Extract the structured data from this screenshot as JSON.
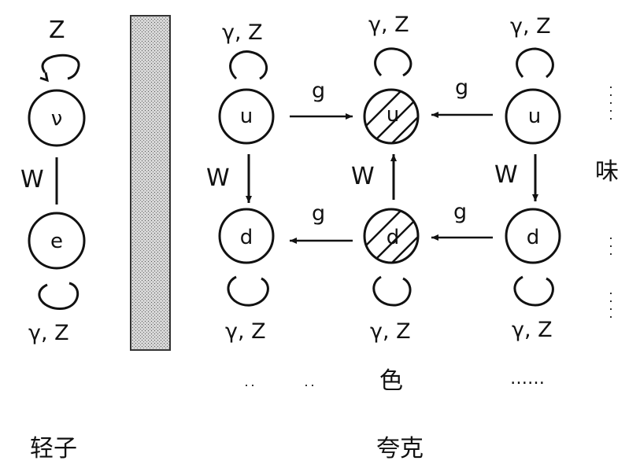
{
  "lepton": {
    "top_label": "Z",
    "bottom_label": "γ, Z",
    "top_node": "ν",
    "bottom_node": "e",
    "w_label": "W",
    "caption": "轻子"
  },
  "quarks": {
    "columns": [
      {
        "top_label": "γ, Z",
        "bottom_label": "γ, Z",
        "top_node": "u",
        "bottom_node": "d",
        "w_label": "W",
        "hatched": false
      },
      {
        "top_label": "γ, Z",
        "bottom_label": "γ, Z",
        "top_node": "u",
        "bottom_node": "d",
        "w_label": "W",
        "hatched": true
      },
      {
        "top_label": "γ, Z",
        "bottom_label": "γ, Z",
        "top_node": "u",
        "bottom_node": "d",
        "w_label": "W",
        "hatched": false
      }
    ],
    "gluon_label": "g",
    "color_label": "色",
    "flavor_label": "味",
    "ellipsis": "……",
    "caption": "夸克"
  },
  "colors": {
    "ink": "#111111",
    "barrier_fill": "#cfcfcf"
  }
}
